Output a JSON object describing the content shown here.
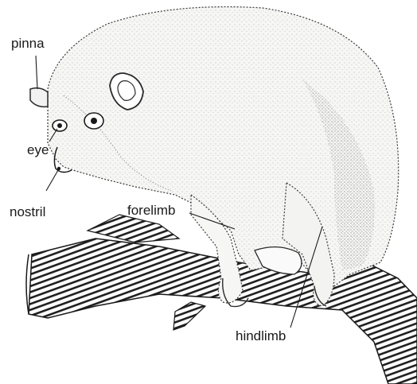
{
  "labels": {
    "pinna": "pinna",
    "eye": "eye",
    "nostril": "nostril",
    "forelimb": "forelimb",
    "hindlimb": "hindlimb"
  },
  "colors": {
    "ink": "#1a1a1a",
    "body_fill": "#f4f4f2",
    "shade": "#8a8a8a",
    "branch_dark": "#2a2a2a"
  }
}
